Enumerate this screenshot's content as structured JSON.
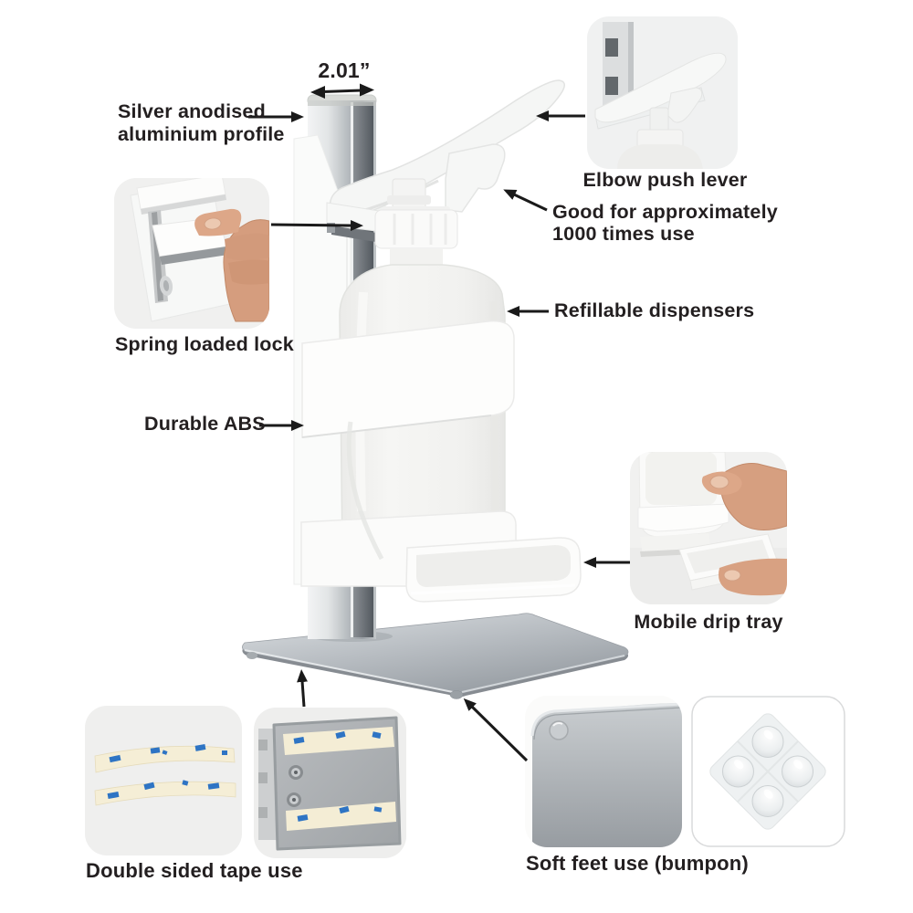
{
  "measurement": {
    "pole_width": "2.01”"
  },
  "labels": {
    "silver_profile_line1": "Silver anodised",
    "silver_profile_line2": "aluminium profile",
    "elbow_lever": "Elbow push lever",
    "usage_line1": "Good for approximately",
    "usage_line2": "1000 times use",
    "spring_lock": "Spring loaded lock",
    "refillable": "Refillable dispensers",
    "durable_abs": "Durable ABS",
    "drip_tray": "Mobile drip tray",
    "tape_use": "Double sided tape use",
    "soft_feet": "Soft feet use (bumpon)"
  },
  "colors": {
    "background": "#ffffff",
    "text": "#231f20",
    "arrow": "#1a1a1a",
    "inset_background": "#f0f0ef",
    "aluminium_silver": "#b9bec2",
    "base_plate_silver": "#aeb3b8",
    "plastic_white": "#f7f8f7",
    "tape_cream": "#f4edd5",
    "tape_print_blue": "#2e74c4",
    "hand_skin": "#d69f80"
  }
}
